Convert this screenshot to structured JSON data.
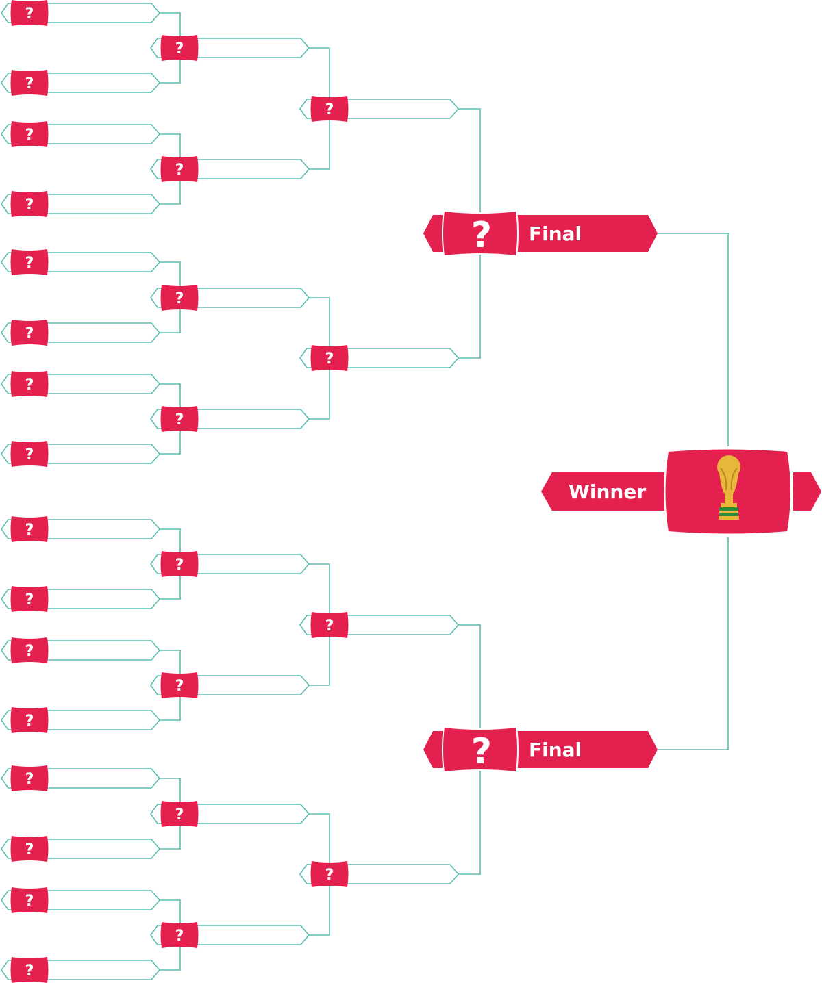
{
  "colors": {
    "accent": "#E3204E",
    "line": "#5BBDB0",
    "slot_fill": "#FFFFFF",
    "trophy_gold": "#E8B63A",
    "trophy_green": "#2E8B3D"
  },
  "slot_mark": "?",
  "final_label": "Final",
  "winner_label": "Winner",
  "trophy_icon": "world-cup-trophy-icon",
  "bracket": {
    "round_of_32_slots": 16,
    "round_of_16_slots": 8,
    "quarterfinal_slots": 4,
    "finalists": 2,
    "champion_slots": 1
  }
}
